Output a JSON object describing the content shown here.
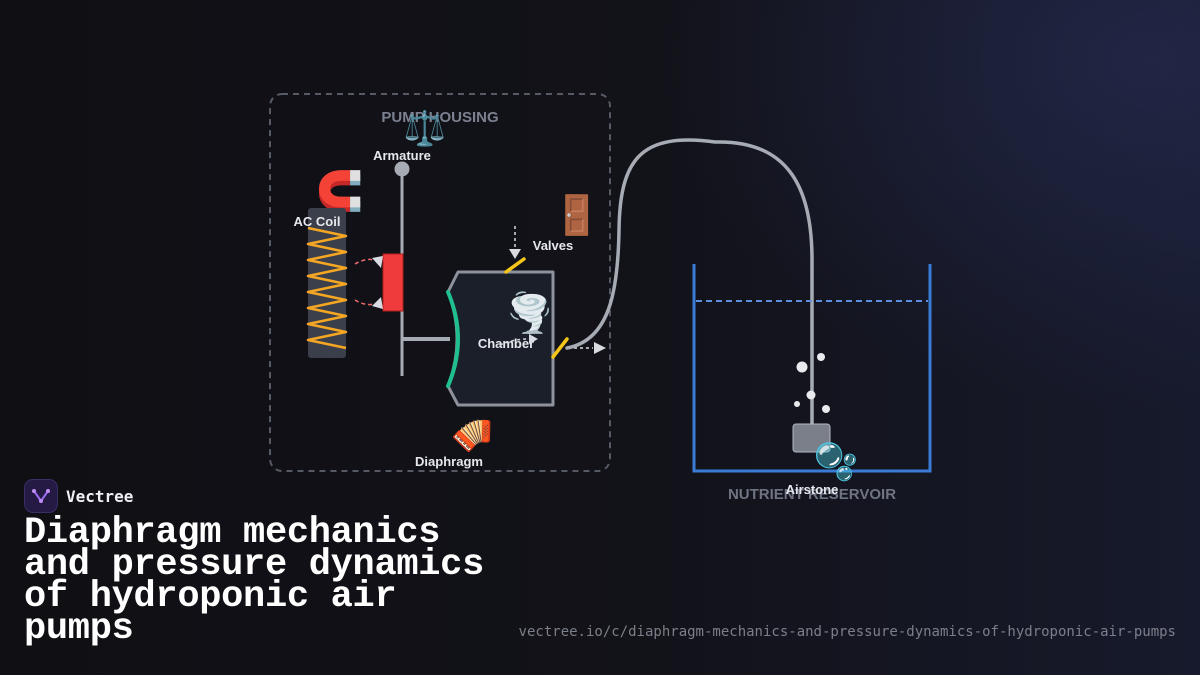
{
  "diagram": {
    "housing_label": "PUMP HOUSING",
    "reservoir_label": "NUTRIENT RESERVOIR",
    "labels": {
      "armature": "Armature",
      "ac_coil": "AC Coil",
      "valves": "Valves",
      "chamber": "Chamber",
      "diaphragm": "Diaphragm",
      "airstone": "Airstone"
    },
    "emoji": {
      "balance": "⚖️",
      "magnet": "🧲",
      "door": "🚪",
      "tornado": "🌪️",
      "accordion": "🪗",
      "bubbles": "🫧"
    },
    "icons": [
      "balance-scale-icon",
      "magnet-icon",
      "door-icon",
      "tornado-icon",
      "accordion-icon",
      "bubbles-icon"
    ],
    "colors": {
      "housing_border": "#555a66",
      "coil": "#f5a623",
      "armature_magnet": "#ef3b3b",
      "diaphragm": "#1fbf8f",
      "valve": "#f5c518",
      "tube": "#a7abb4",
      "reservoir": "#3a7bd5",
      "water_line": "#5b8fe0"
    }
  },
  "brand": {
    "name": "Vectree"
  },
  "title": "Diaphragm mechanics and pressure dynamics of hydroponic air pumps",
  "url": "vectree.io/c/diaphragm-mechanics-and-pressure-dynamics-of-hydroponic-air-pumps"
}
